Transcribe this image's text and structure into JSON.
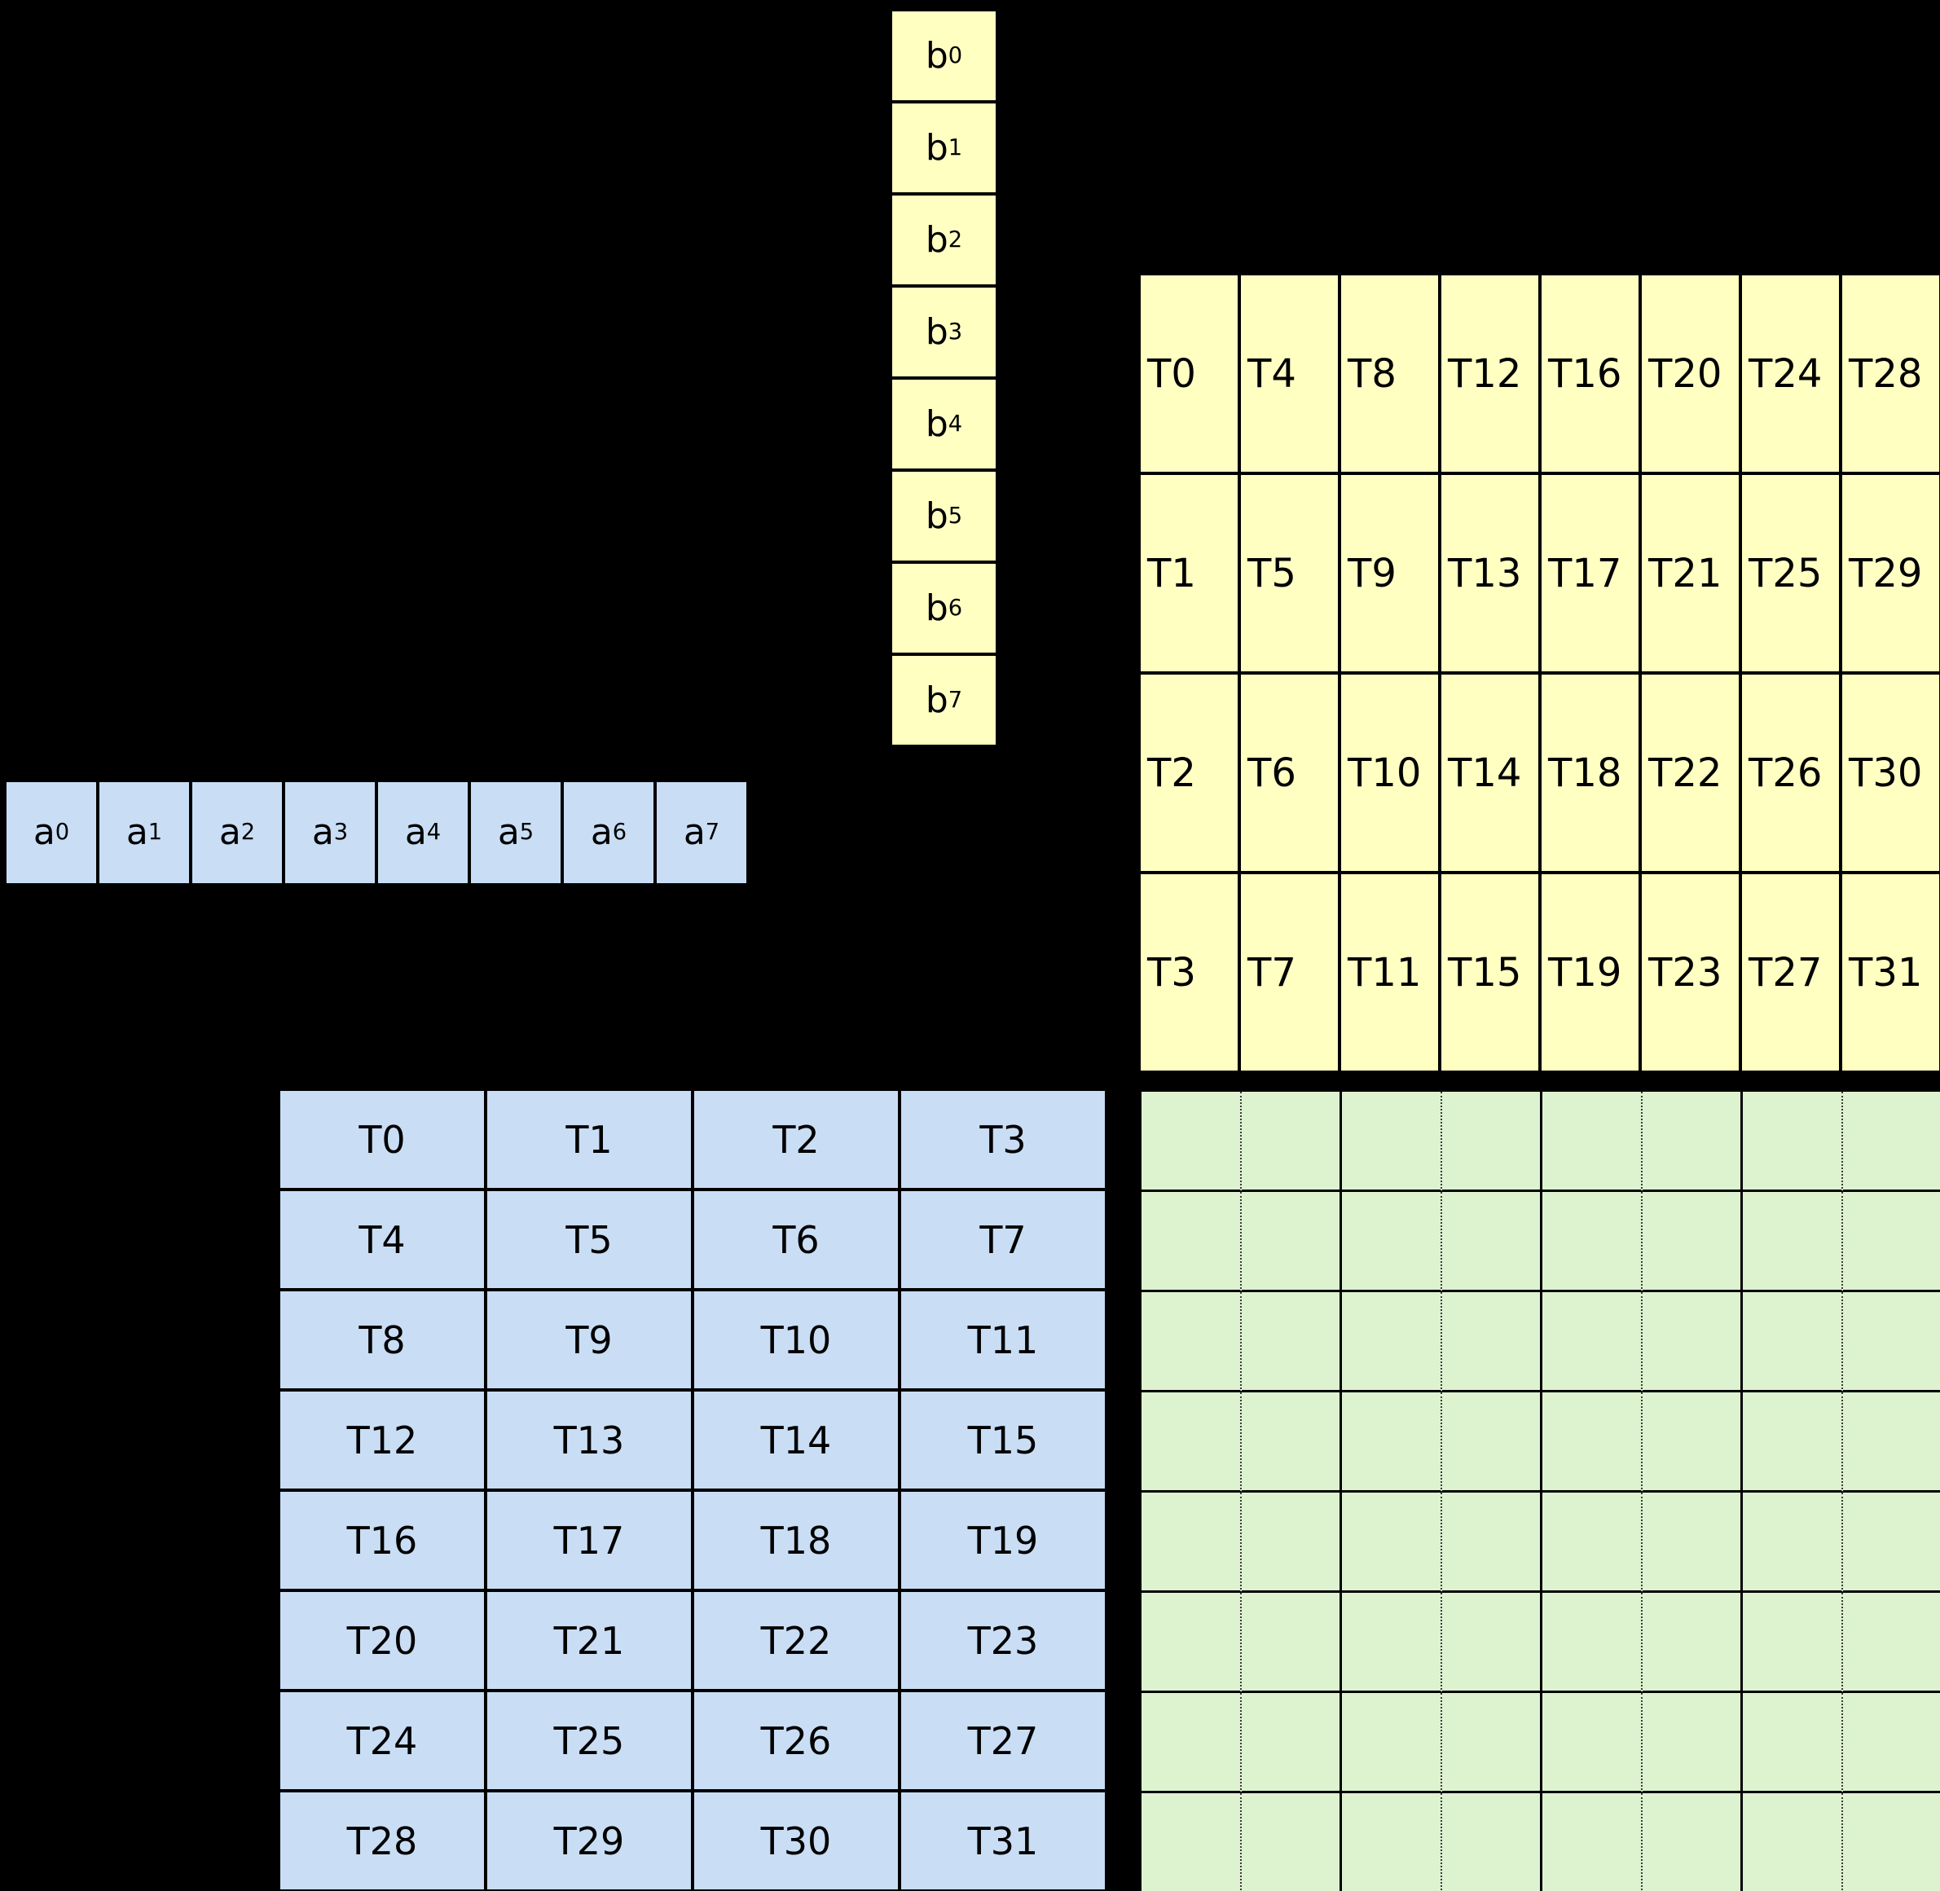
{
  "colors": {
    "background": "#000000",
    "yellow_fill": "#ffffc2",
    "blue_fill": "#c9def5",
    "green_fill": "#ddf2cf",
    "border": "#000000",
    "dotted_line": "#3a3a3a"
  },
  "b_vector": {
    "cells": [
      {
        "base": "b",
        "sub": "0"
      },
      {
        "base": "b",
        "sub": "1"
      },
      {
        "base": "b",
        "sub": "2"
      },
      {
        "base": "b",
        "sub": "3"
      },
      {
        "base": "b",
        "sub": "4"
      },
      {
        "base": "b",
        "sub": "5"
      },
      {
        "base": "b",
        "sub": "6"
      },
      {
        "base": "b",
        "sub": "7"
      }
    ]
  },
  "a_vector": {
    "cells": [
      {
        "base": "a",
        "sub": "0"
      },
      {
        "base": "a",
        "sub": "1"
      },
      {
        "base": "a",
        "sub": "2"
      },
      {
        "base": "a",
        "sub": "3"
      },
      {
        "base": "a",
        "sub": "4"
      },
      {
        "base": "a",
        "sub": "5"
      },
      {
        "base": "a",
        "sub": "6"
      },
      {
        "base": "a",
        "sub": "7"
      }
    ]
  },
  "yellow_grid": {
    "rows": [
      [
        "T0",
        "T4",
        "T8",
        "T12",
        "T16",
        "T20",
        "T24",
        "T28"
      ],
      [
        "T1",
        "T5",
        "T9",
        "T13",
        "T17",
        "T21",
        "T25",
        "T29"
      ],
      [
        "T2",
        "T6",
        "T10",
        "T14",
        "T18",
        "T22",
        "T26",
        "T30"
      ],
      [
        "T3",
        "T7",
        "T11",
        "T15",
        "T19",
        "T23",
        "T27",
        "T31"
      ]
    ]
  },
  "blue_grid": {
    "rows": [
      [
        "T0",
        "T1",
        "T2",
        "T3"
      ],
      [
        "T4",
        "T5",
        "T6",
        "T7"
      ],
      [
        "T8",
        "T9",
        "T10",
        "T11"
      ],
      [
        "T12",
        "T13",
        "T14",
        "T15"
      ],
      [
        "T16",
        "T17",
        "T18",
        "T19"
      ],
      [
        "T20",
        "T21",
        "T22",
        "T23"
      ],
      [
        "T24",
        "T25",
        "T26",
        "T27"
      ],
      [
        "T28",
        "T29",
        "T30",
        "T31"
      ]
    ]
  },
  "green_grid": {
    "rows": 8,
    "cols": 8
  }
}
